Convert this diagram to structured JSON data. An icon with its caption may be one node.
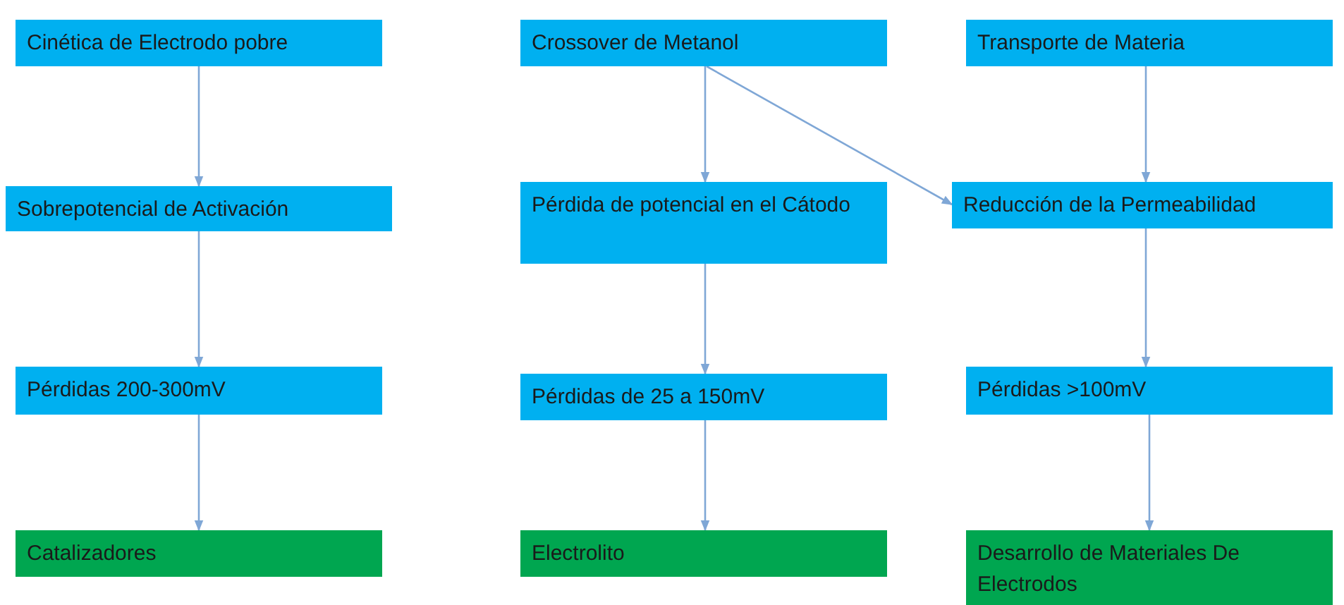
{
  "diagram": {
    "nodes": [
      {
        "text": [
          "Cinética de Electrodo pobre"
        ]
      },
      {
        "text": [
          "Crossover de Metanol"
        ]
      },
      {
        "text": [
          "Transporte de Materia"
        ]
      },
      {
        "text": [
          "Sobrepotencial de Activación"
        ]
      },
      {
        "text": [
          "Pérdida de potencial en el Cátodo"
        ]
      },
      {
        "text": [
          "Reducción de la Permeabilidad"
        ]
      },
      {
        "text": [
          "Pérdidas 200-300mV"
        ]
      },
      {
        "text": [
          "Pérdidas de 25 a 150mV"
        ]
      },
      {
        "text": [
          "Pérdidas >100mV"
        ]
      },
      {
        "text": [
          "Catalizadores"
        ]
      },
      {
        "text": [
          "Electrolito"
        ]
      },
      {
        "text": [
          "Desarrollo de Materiales De Electrodos"
        ]
      }
    ],
    "edges": [
      {
        "from": 0,
        "to": 3,
        "arrow": "to"
      },
      {
        "from": 3,
        "to": 6,
        "arrow": "to"
      },
      {
        "from": 6,
        "to": 9,
        "arrow": "to"
      },
      {
        "from": 1,
        "to": 4,
        "arrow": "to"
      },
      {
        "from": 1,
        "to": 5,
        "arrow": "to"
      },
      {
        "from": 4,
        "to": 7,
        "arrow": "to"
      },
      {
        "from": 7,
        "to": 10,
        "arrow": "to"
      },
      {
        "from": 2,
        "to": 5,
        "arrow": "to"
      },
      {
        "from": 5,
        "to": 8,
        "arrow": "to"
      },
      {
        "from": 8,
        "to": 11,
        "arrow": "to"
      }
    ]
  }
}
